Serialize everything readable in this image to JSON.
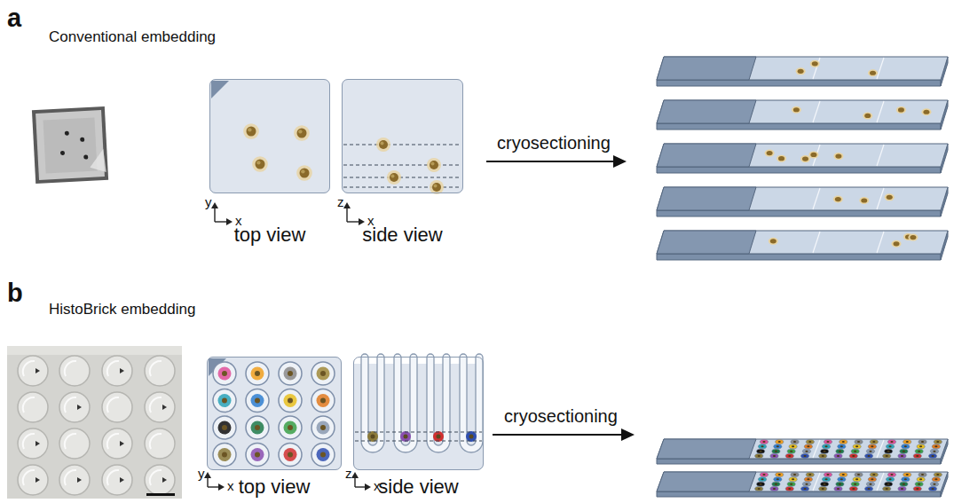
{
  "diagram": {
    "nodes": [
      {
        "text": [
          "top view"
        ]
      },
      {
        "text": [
          "side view"
        ]
      },
      {
        "text": [
          "top view"
        ]
      },
      {
        "text": [
          "side view"
        ]
      }
    ],
    "labels": [
      "a",
      "Conventional embedding",
      "y",
      "x",
      "z",
      "x",
      "cryosectioning",
      "b",
      "HistoBrick embedding",
      "y",
      "x",
      "z",
      "x",
      "cryosectioning"
    ]
  }
}
